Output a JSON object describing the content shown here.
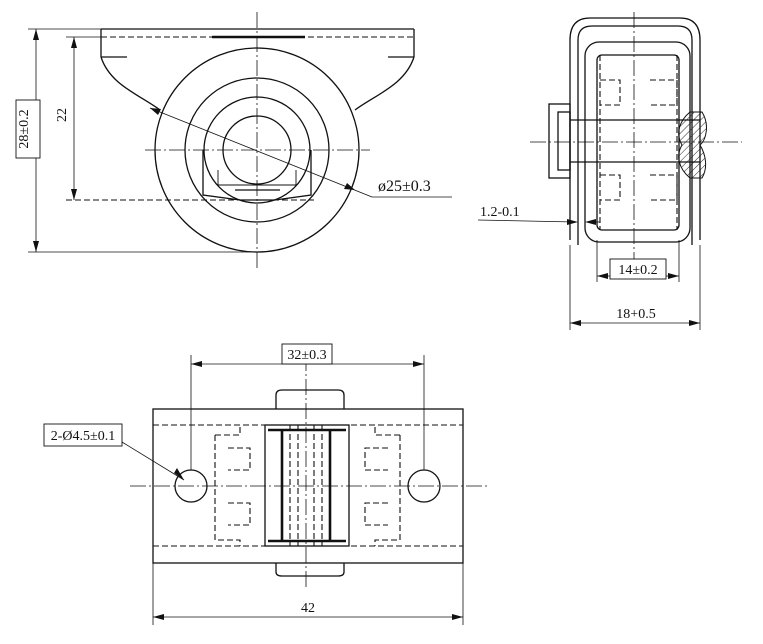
{
  "dimensions": {
    "front_height_total": "28±0.2",
    "front_height_axle": "22",
    "wheel_diameter": "ø25±0.3",
    "side_thickness": "1.2-0.1",
    "wheel_width": "14±0.2",
    "bracket_width": "18+0.5",
    "hole_spacing": "32±0.3",
    "holes": "2-Ø4.5±0.1",
    "plate_length": "42"
  }
}
